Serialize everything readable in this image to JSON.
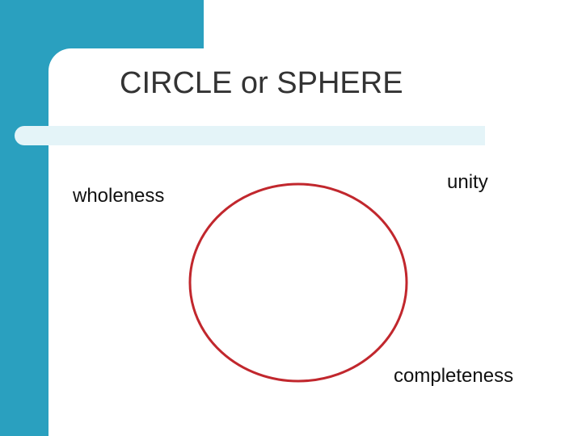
{
  "slide": {
    "title": "CIRCLE or SPHERE",
    "labels": {
      "wholeness": "wholeness",
      "unity": "unity",
      "completeness": "completeness"
    }
  },
  "colors": {
    "accent_blue": "#2aa0bf",
    "title_bar": "#e4f4f8",
    "circle_stroke": "#c1272d",
    "title_text": "#333333"
  }
}
